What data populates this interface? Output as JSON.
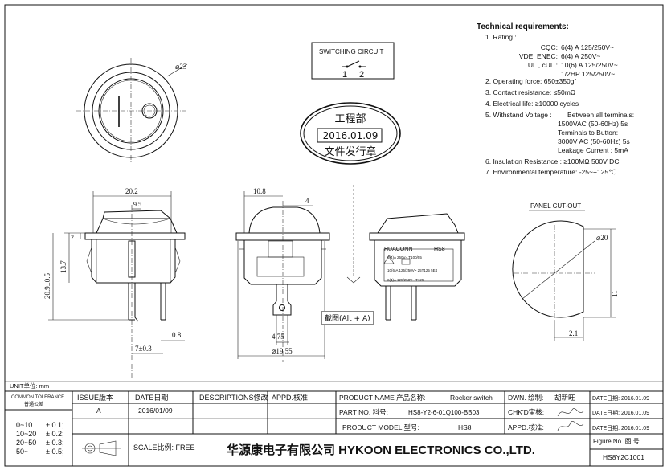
{
  "tech": {
    "title": "Technical requirements:",
    "rating_label": "1. Rating :",
    "rating_rows": [
      {
        "std": "CQC:",
        "val": "6(4) A  125/250V~"
      },
      {
        "std": "VDE, ENEC:",
        "val": "6(4) A  250V~"
      },
      {
        "std": "UL , cUL :",
        "val": "10(6) A  125/250V~"
      },
      {
        "std": "",
        "val": "1/2HP  125/250V~"
      }
    ],
    "operating_force": "2. Operating force:  650±350gf",
    "contact_resistance": "3. Contact resistance:  ≤50mΩ",
    "electrical_life": "4. Electrical life:  ≥10000 cycles",
    "withstand_label": "5. Withstand Voltage :",
    "withstand_lines": [
      "Between all terminals:",
      "1500VAC  (50-60Hz) 5s",
      "Terminals to Button:",
      "3000V AC  (50-60Hz) 5s",
      "Leakage Current :  5mA"
    ],
    "insulation": "6. Insulation Resistance  :  ≥100MΩ  500V DC",
    "env_temp": "7. Environmental temperature:  -25~+125℃"
  },
  "switching": {
    "title": "SWITCHING CIRCUIT",
    "pin1": "1",
    "pin2": "2"
  },
  "stamp": {
    "dept": "工程部",
    "date": "2016.01.09",
    "issued": "文件发行章"
  },
  "panel_cutout": {
    "title": "PANEL CUT-OUT",
    "dia": "⌀20",
    "flat": "11",
    "offset": "2.1"
  },
  "dims": {
    "top_dia": "⌀23",
    "width_20_2": "20.2",
    "w_95": "9.5",
    "h_2": "2",
    "h_13_7": "13.7",
    "h_20_9": "20.9±0.5",
    "w_0_8": "0.8",
    "w_7": "7±0.3",
    "w_10_8": "10.8",
    "w_4": "4",
    "w_4_75": "4.75",
    "w_19_55": "⌀19.55"
  },
  "side_label": {
    "brand": "HUACONN",
    "model": "HS8",
    "ratings": [
      "6(4)A 250V~ T100/55",
      "10(6)A 125/250V~ 25T125 5E4",
      "6(4)A 125/250V~ T125"
    ]
  },
  "tooltip": "截图(Alt + A)",
  "unit": "UNIT单位: mm",
  "tolerance": {
    "title": "COMMON TOLERANCE",
    "subtitle": "普通公差",
    "rows": [
      {
        "range": "0~10",
        "tol": "± 0.1;"
      },
      {
        "range": "10~20",
        "tol": "± 0.2;"
      },
      {
        "range": "20~50",
        "tol": "± 0.3;"
      },
      {
        "range": "50~",
        "tol": "± 0.5;"
      }
    ]
  },
  "table": {
    "h_issue": "ISSUE版本",
    "h_date": "DATE日期",
    "h_desc": "DESCRIPTIONS修改",
    "h_appd": "APPD.核准",
    "issue": "A",
    "date": "2016/01/09",
    "scale": "SCALE比例: FREE",
    "product_name_label": "PRODUCT NAME  产品名称:",
    "product_name": "Rocker switch",
    "part_no_label": "PART NO.       料号:",
    "part_no": "HS8-Y2-6-01Q100-BB03",
    "model_label": "PRODUCT MODEL 型号:",
    "model": "HS8",
    "dwn_label": "DWN. 绘制:",
    "dwn_name": "胡新旺",
    "chk_label": "CHK'D审核:",
    "appd_label": "APPD.核准:",
    "date1": "DATE日期: 2016.01.09",
    "date2": "DATE日期: 2016.01.09",
    "date3": "DATE日期: 2016.01.09",
    "figure_label": "Figure No.   图  号",
    "figure_no": "HS8Y2C1001",
    "company": "华源康电子有限公司  HYKOON ELECTRONICS CO.,LTD."
  }
}
